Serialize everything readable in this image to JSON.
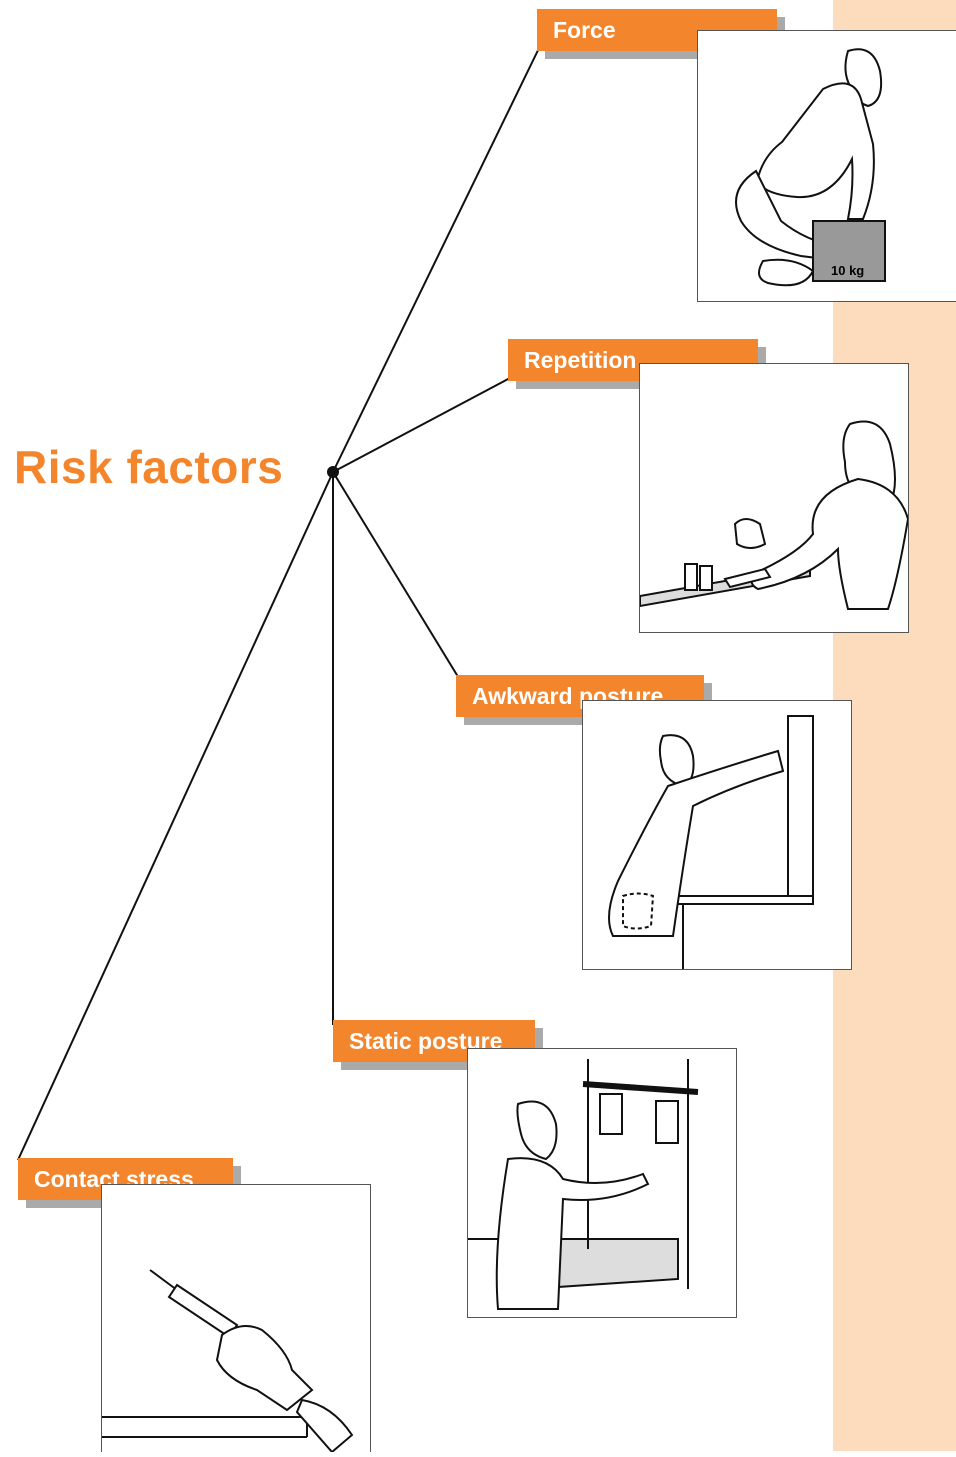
{
  "title": "Risk factors",
  "factors": [
    {
      "id": "force",
      "label": "Force"
    },
    {
      "id": "repetition",
      "label": "Repetition"
    },
    {
      "id": "awkward",
      "label": "Awkward posture"
    },
    {
      "id": "static",
      "label": "Static posture"
    },
    {
      "id": "contact",
      "label": "Contact stress"
    }
  ],
  "box_weight_label": "10 kg",
  "colors": {
    "accent": "#f3852c",
    "sidebar": "#fddcbe",
    "shadow": "#aaaaaa"
  }
}
